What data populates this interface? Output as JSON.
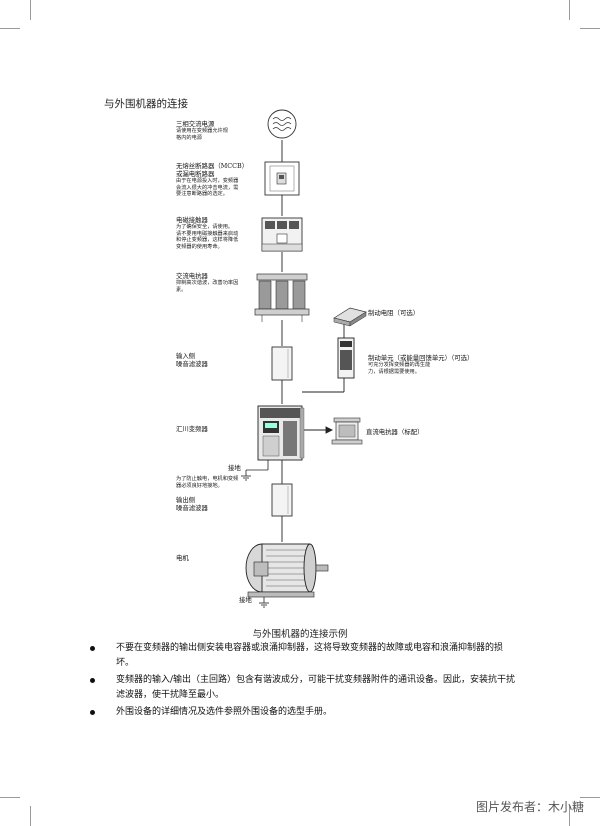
{
  "section_title": "与外围机器的连接",
  "components": {
    "power_supply": {
      "title": "三相交流电源",
      "desc": [
        "请使用在变频器允许规",
        "格内的电源"
      ]
    },
    "mccb": {
      "title": "无熔丝断路器（MCCB）",
      "title2": "或漏电断路器",
      "desc": [
        "由于在电源投入时，变频器",
        "会流入很大的冲击电流，需",
        "要注意断路器的选定。"
      ]
    },
    "contactor": {
      "title": "电磁接触器",
      "desc": [
        "为了确保安全，请使用。",
        "请不要用电磁接触器来启动",
        "和停止变频器，这样将降低",
        "变频器的使用寿命。"
      ]
    },
    "ac_reactor": {
      "title": "交流电抗器",
      "desc": [
        "抑制高次谐波，改善功率因",
        "素。"
      ]
    },
    "input_filter": {
      "title": "输入侧",
      "title2": "噪音滤波器"
    },
    "inverter": {
      "title": "汇川变频器"
    },
    "ground_1": {
      "title": "接地",
      "desc": [
        "为了防止触电，电机和变频",
        "器必须良好地接地。"
      ]
    },
    "output_filter": {
      "title": "输出侧",
      "title2": "噪音滤波器"
    },
    "motor": {
      "title": "电机"
    },
    "ground_2": {
      "title": "接地"
    },
    "brake_resistor": {
      "title": "制动电阻（可选）"
    },
    "brake_unit": {
      "title": "制动单元（或能量回馈单元）（可选）",
      "desc": [
        "可充分发挥变频器的再生能",
        "力，请根据需要使用。"
      ]
    },
    "dc_reactor": {
      "title": "直流电抗器（标配）"
    }
  },
  "caption": "与外围机器的连接示例",
  "notes": [
    "不要在变频器的输出侧安装电容器或浪涌抑制器，这将导致变频器的故障或电容和浪涌抑制器的损坏。",
    "变频器的输入/输出（主回路）包含有谐波成分，可能干扰变频器附件的通讯设备。因此，安装抗干扰滤波器，使干扰降至最小。",
    "外围设备的详细情况及选件参照外围设备的选型手册。"
  ],
  "watermark": "图片发布者：木小糖",
  "icons": {
    "power": "ac-wave-icon",
    "breaker": "breaker-icon",
    "contactor": "contactor-icon",
    "reactor": "reactor-icon",
    "filter": "filter-box-icon",
    "inverter": "inverter-icon",
    "motor": "motor-icon",
    "ground": "ground-icon",
    "resistor": "resistor-icon",
    "dc_reactor": "dc-reactor-icon"
  }
}
